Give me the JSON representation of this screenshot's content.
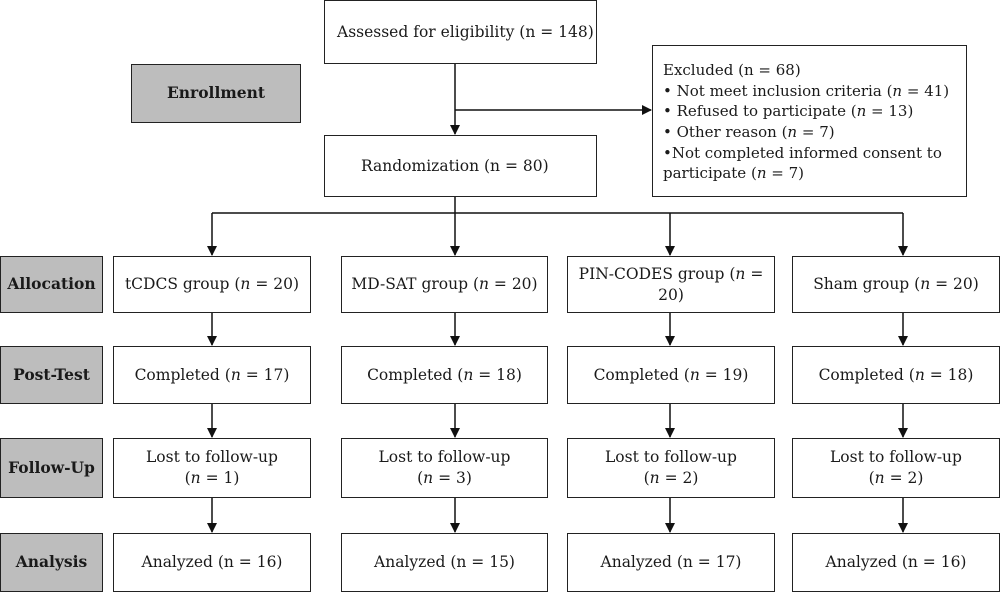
{
  "stages": {
    "enrollment": "Enrollment",
    "allocation": "Allocation",
    "posttest": "Post-Test",
    "followup": "Follow-Up",
    "analysis": "Analysis"
  },
  "top": {
    "assessed": "Assessed for eligibility (n = 148)",
    "randomization": "Randomization (n = 80)"
  },
  "excluded": {
    "title": "Excluded (n = 68)",
    "items": [
      {
        "pre": "• Not meet inclusion criteria (",
        "n": "n",
        "post": " = 41)"
      },
      {
        "pre": "• Refused to participate (",
        "n": "n",
        "post": " = 13)"
      },
      {
        "pre": "• Other reason (",
        "n": "n",
        "post": " = 7)"
      },
      {
        "pre": "•Not completed informed consent to",
        "n": "",
        "post": ""
      },
      {
        "pre": "participate (",
        "n": "n",
        "post": " = 7)"
      }
    ]
  },
  "groups": [
    {
      "alloc": {
        "pre": "tCDCS group (",
        "n": "n",
        "post": " = 20)"
      },
      "post": {
        "pre": "Completed (",
        "n": "n",
        "post": " = 17)"
      },
      "follow1": "Lost to follow-up",
      "follow2": {
        "pre": "(",
        "n": "n",
        "post": " = 1)"
      },
      "analysis": "Analyzed (n = 16)"
    },
    {
      "alloc": {
        "pre": "MD-SAT group (",
        "n": "n",
        "post": " = 20)"
      },
      "post": {
        "pre": "Completed (",
        "n": "n",
        "post": " = 18)"
      },
      "follow1": "Lost to follow-up",
      "follow2": {
        "pre": "(",
        "n": "n",
        "post": " = 3)"
      },
      "analysis": "Analyzed (n = 15)"
    },
    {
      "alloc": {
        "pre": "PIN-CODES group (",
        "n": "n",
        "post": " = 20)"
      },
      "post": {
        "pre": "Completed (",
        "n": "n",
        "post": " = 19)"
      },
      "follow1": "Lost to follow-up",
      "follow2": {
        "pre": "(",
        "n": "n",
        "post": " = 2)"
      },
      "analysis": "Analyzed (n = 17)"
    },
    {
      "alloc": {
        "pre": "Sham group (",
        "n": "n",
        "post": " = 20)"
      },
      "post": {
        "pre": "Completed (",
        "n": "n",
        "post": " = 18)"
      },
      "follow1": "Lost to follow-up",
      "follow2": {
        "pre": "(",
        "n": "n",
        "post": " = 2)"
      },
      "analysis": "Analyzed (n = 16)"
    }
  ]
}
